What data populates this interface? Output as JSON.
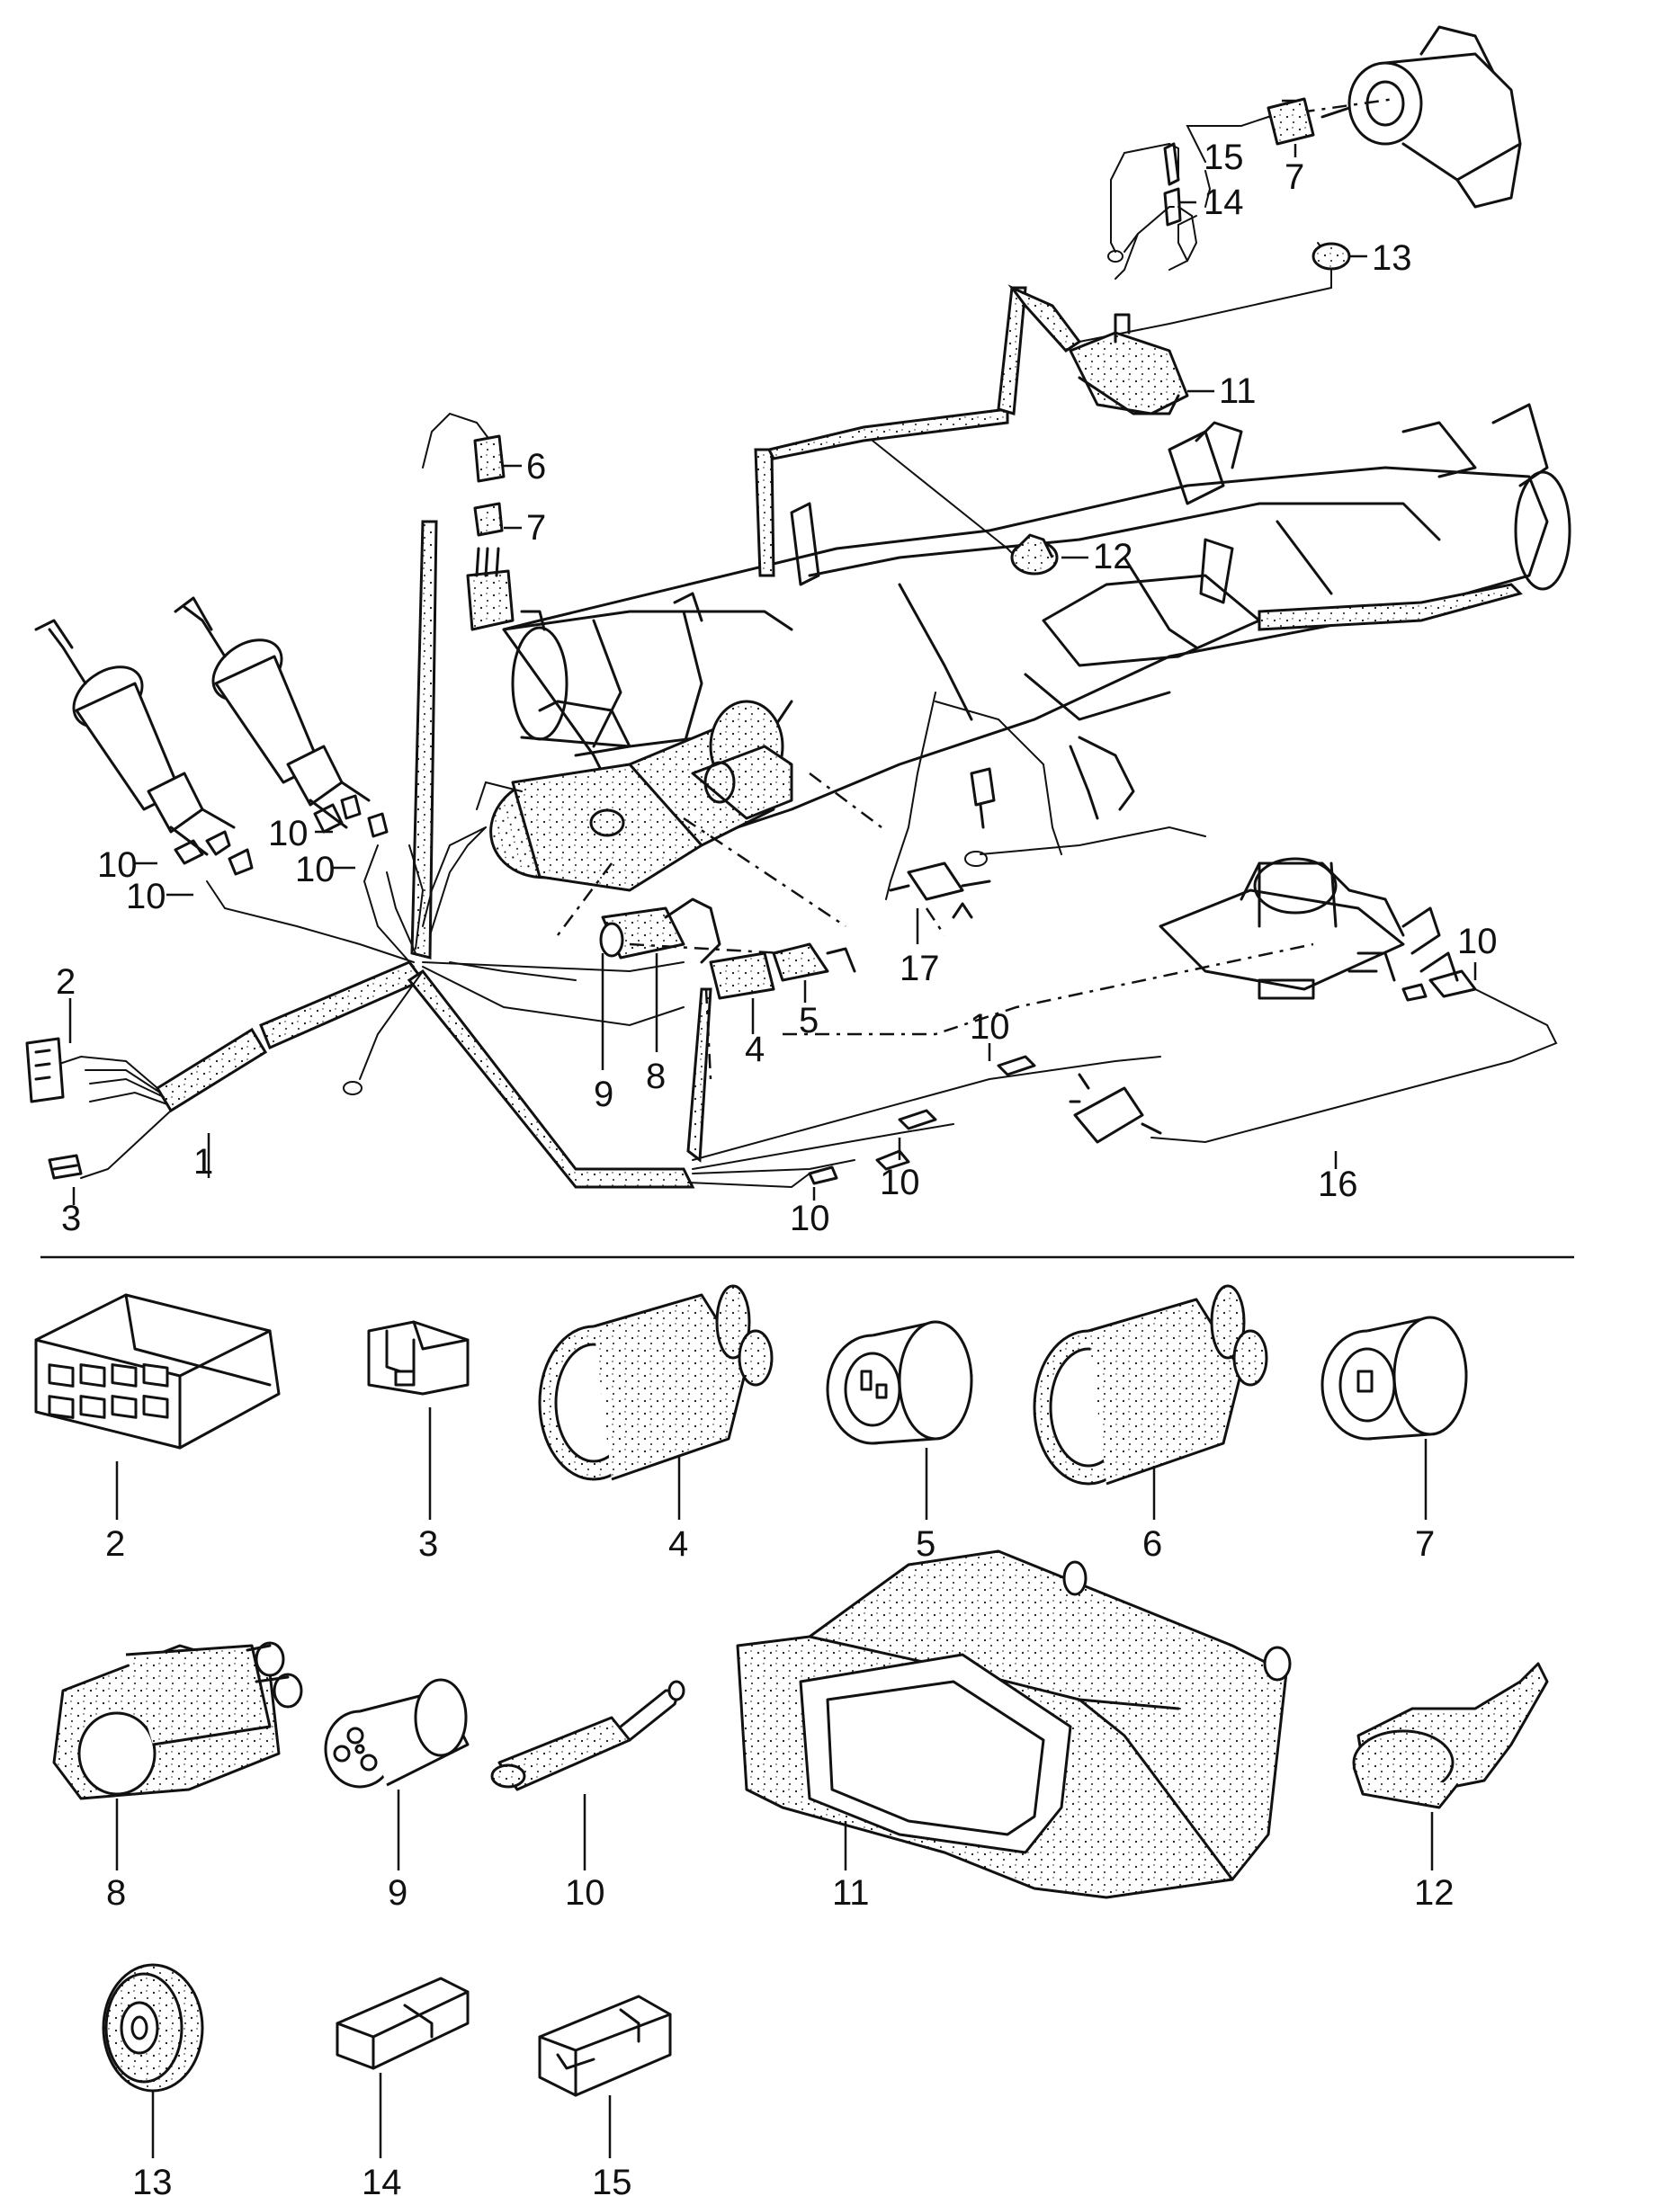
{
  "callouts": {
    "c1": "1",
    "c2": "2",
    "c3": "3",
    "c4": "4",
    "c5": "5",
    "c6": "6",
    "c7a": "7",
    "c7b": "7",
    "c8": "8",
    "c9": "9",
    "c10a": "10",
    "c10b": "10",
    "c10c": "10",
    "c10d": "10",
    "c10e": "10",
    "c10f": "10",
    "c10g": "10",
    "c11": "11",
    "c12": "12",
    "c13": "13",
    "c14": "14",
    "c15": "15",
    "c16": "16",
    "c17": "17"
  },
  "legend": {
    "l2": "2",
    "l3": "3",
    "l4": "4",
    "l5": "5",
    "l6": "6",
    "l7": "7",
    "l8": "8",
    "l9": "9",
    "l10": "10",
    "l11": "11",
    "l12": "12",
    "l13": "13",
    "l14": "14",
    "l15": "15"
  },
  "colors": {
    "ink": "#111111",
    "paper": "#ffffff"
  }
}
